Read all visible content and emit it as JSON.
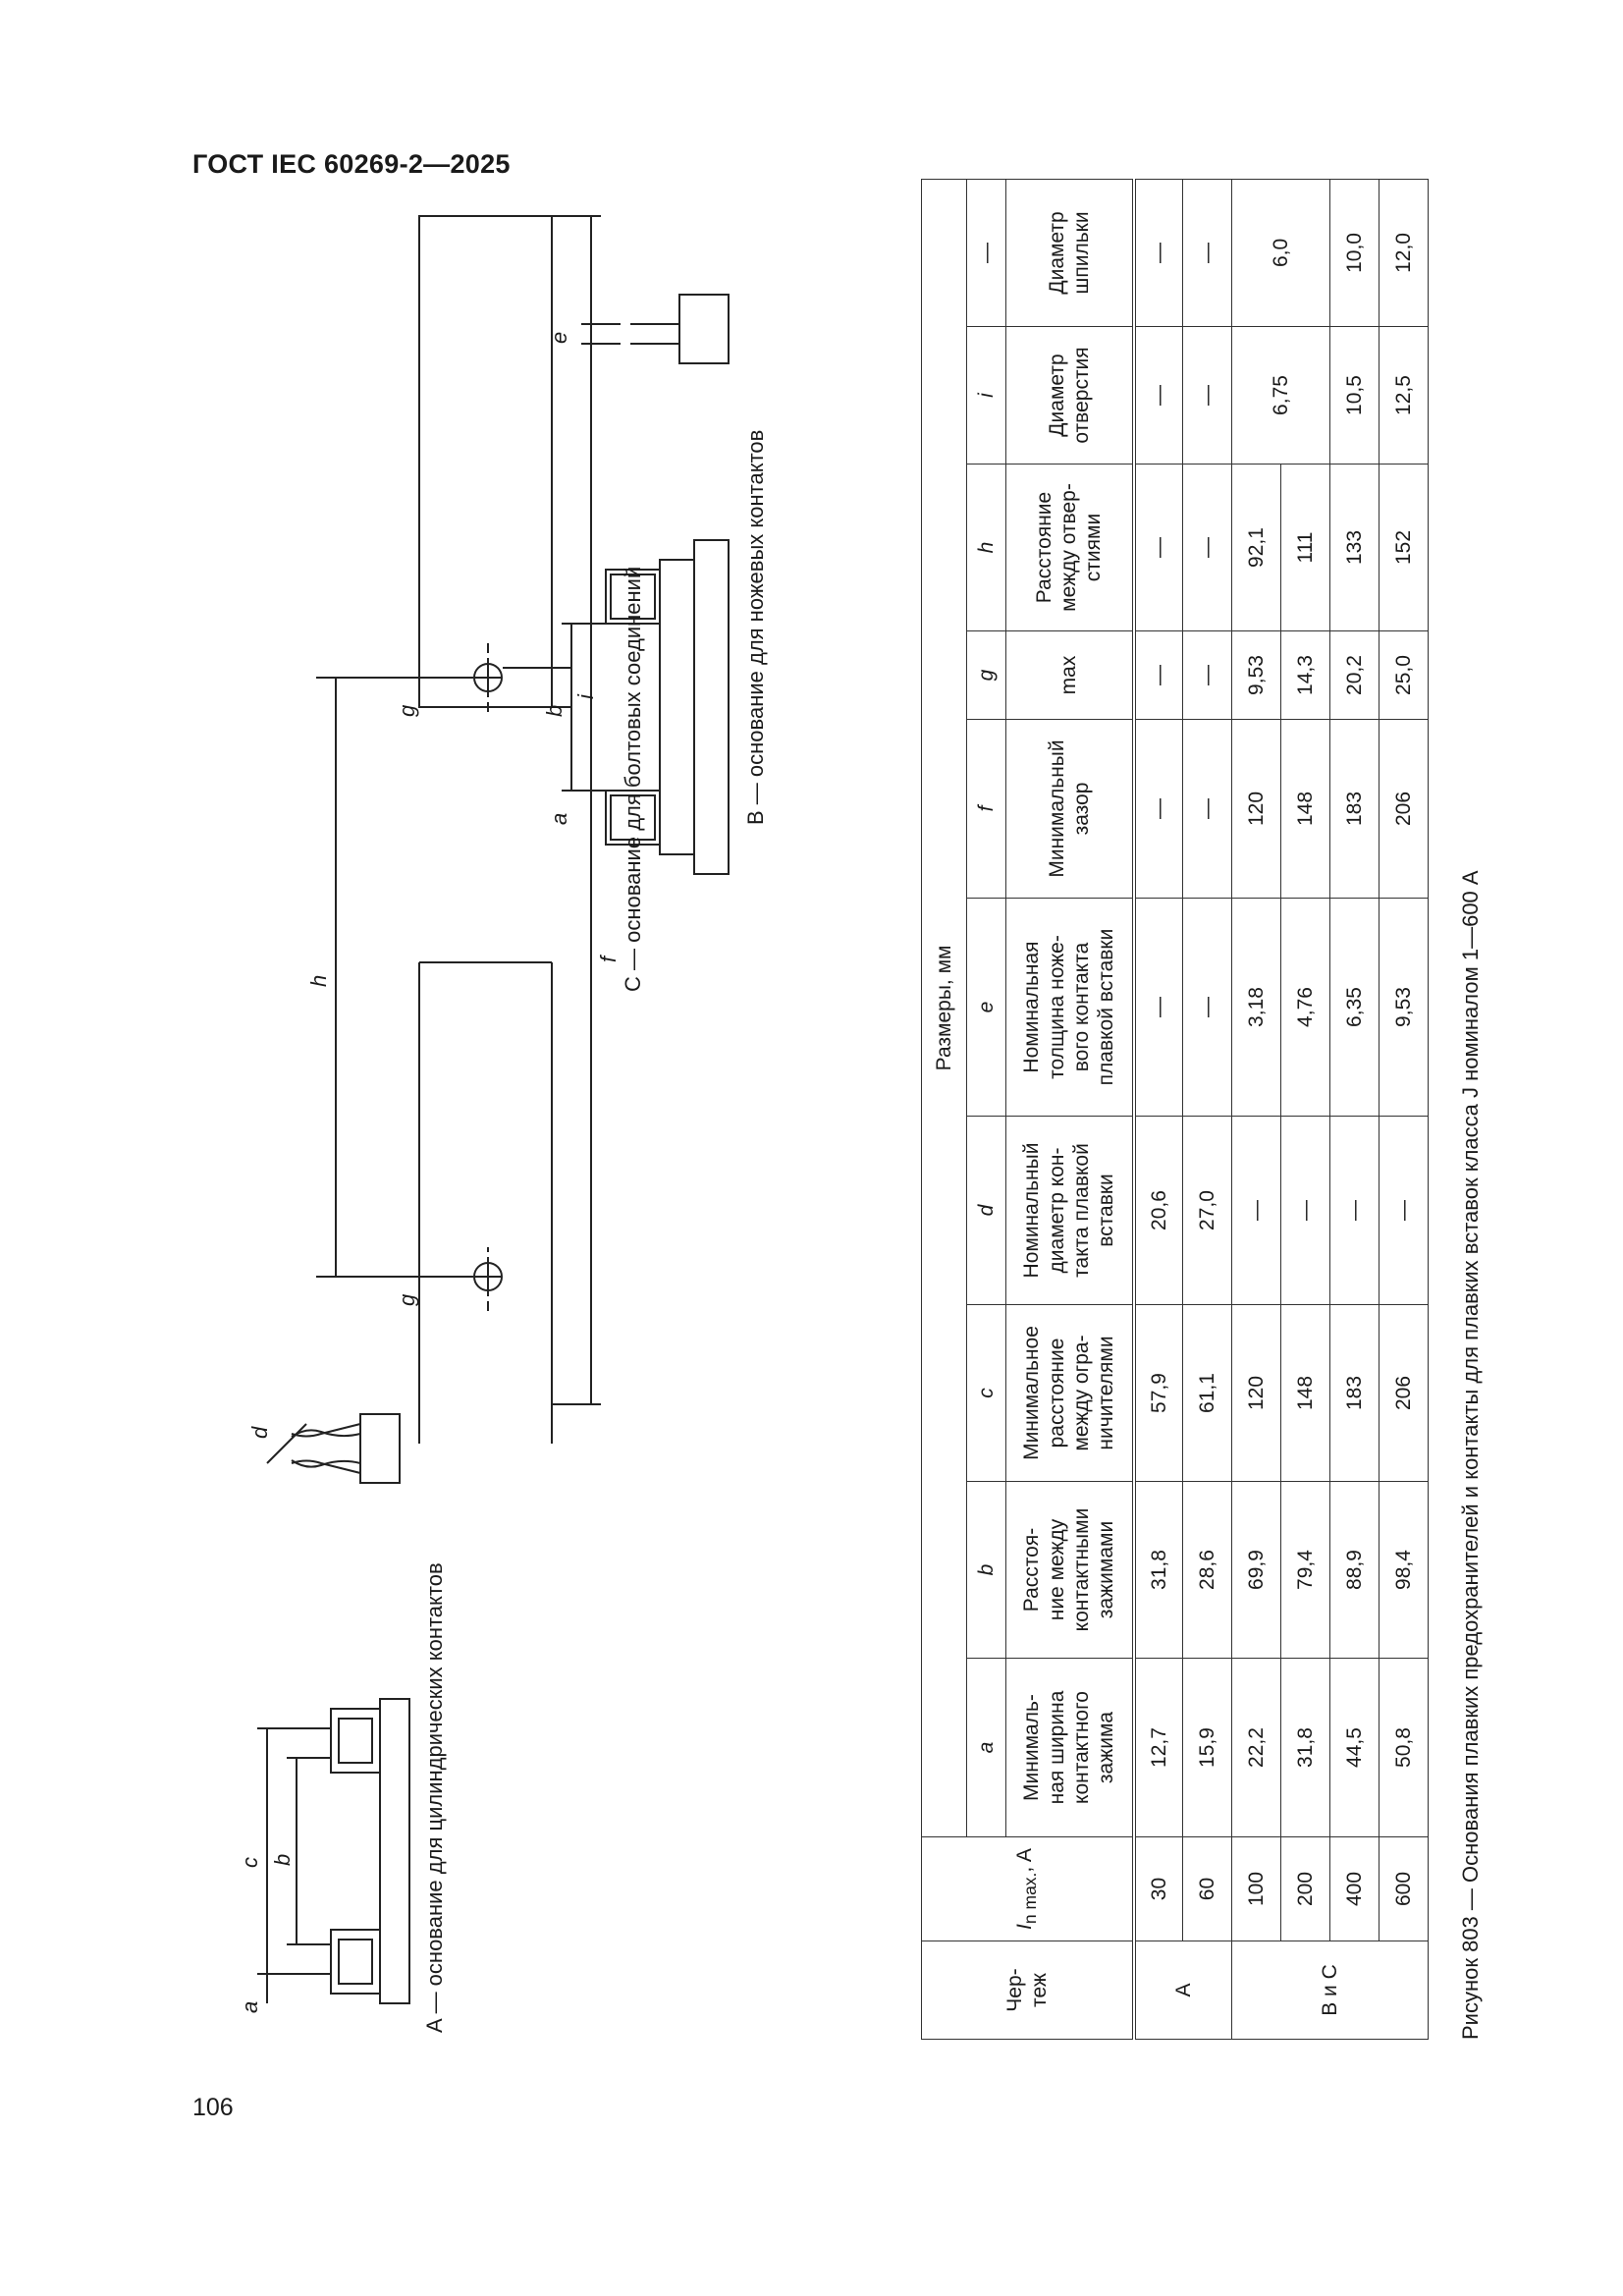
{
  "header": {
    "standard": "ГОСТ IEC 60269-2—2025",
    "page_number": "106"
  },
  "figure": {
    "label_a": "A — основание для цилиндрических контактов",
    "label_b": "B — основание для ножевых контактов",
    "label_c": "C — основание для болтовых соединений",
    "dims": {
      "a": "a",
      "b": "b",
      "c": "c",
      "d": "d",
      "e": "e",
      "f": "f",
      "g": "g",
      "h": "h",
      "i": "i"
    }
  },
  "table": {
    "group_header": "Размеры, мм",
    "col_drawing": "Чер-\nтеж",
    "col_current": "In max., A",
    "col_current_i": "I",
    "col_current_sub": "n max.",
    "col_current_unit": ", A",
    "symbols": [
      "a",
      "b",
      "c",
      "d",
      "e",
      "f",
      "g",
      "h",
      "i",
      "—"
    ],
    "descriptions": [
      "Минималь-\nная ширина\nконтактного\nзажима",
      "Расстоя-\nние между\nконтактными\nзажимами",
      "Минимальное\nрасстояние\nмежду огра-\nничителями",
      "Номинальный\nдиаметр кон-\nтакта плавкой\nвставки",
      "Номинальная\nтолщина ноже-\nвого контакта\nплавкой вставки",
      "Минимальный\nзазор",
      "max",
      "Расстояние\nмежду отвер-\nстиями",
      "Диаметр\nотверстия",
      "Диаметр\nшпильки"
    ],
    "group_a": "A",
    "group_bc": "B и C",
    "rows": [
      {
        "current": "30",
        "values": [
          "12,7",
          "31,8",
          "57,9",
          "20,6",
          "—",
          "—",
          "—",
          "—",
          "—",
          "—"
        ]
      },
      {
        "current": "60",
        "values": [
          "15,9",
          "28,6",
          "61,1",
          "27,0",
          "—",
          "—",
          "—",
          "—",
          "—",
          "—"
        ]
      },
      {
        "current": "100",
        "values": [
          "22,2",
          "69,9",
          "120",
          "—",
          "3,18",
          "120",
          "9,53",
          "92,1"
        ]
      },
      {
        "current": "200",
        "values": [
          "31,8",
          "79,4",
          "148",
          "—",
          "4,76",
          "148",
          "14,3",
          "111"
        ]
      },
      {
        "current": "400",
        "values": [
          "44,5",
          "88,9",
          "183",
          "—",
          "6,35",
          "183",
          "20,2",
          "133",
          "10,5",
          "10,0"
        ]
      },
      {
        "current": "600",
        "values": [
          "50,8",
          "98,4",
          "206",
          "—",
          "9,53",
          "206",
          "25,0",
          "152",
          "12,5",
          "12,0"
        ]
      }
    ],
    "merged_100_200": {
      "i": "6,75",
      "stud": "6,0"
    }
  },
  "caption": "Рисунок 803 — Основания плавких предохранителей и контакты для плавких вставок класса J номиналом 1—600 А"
}
